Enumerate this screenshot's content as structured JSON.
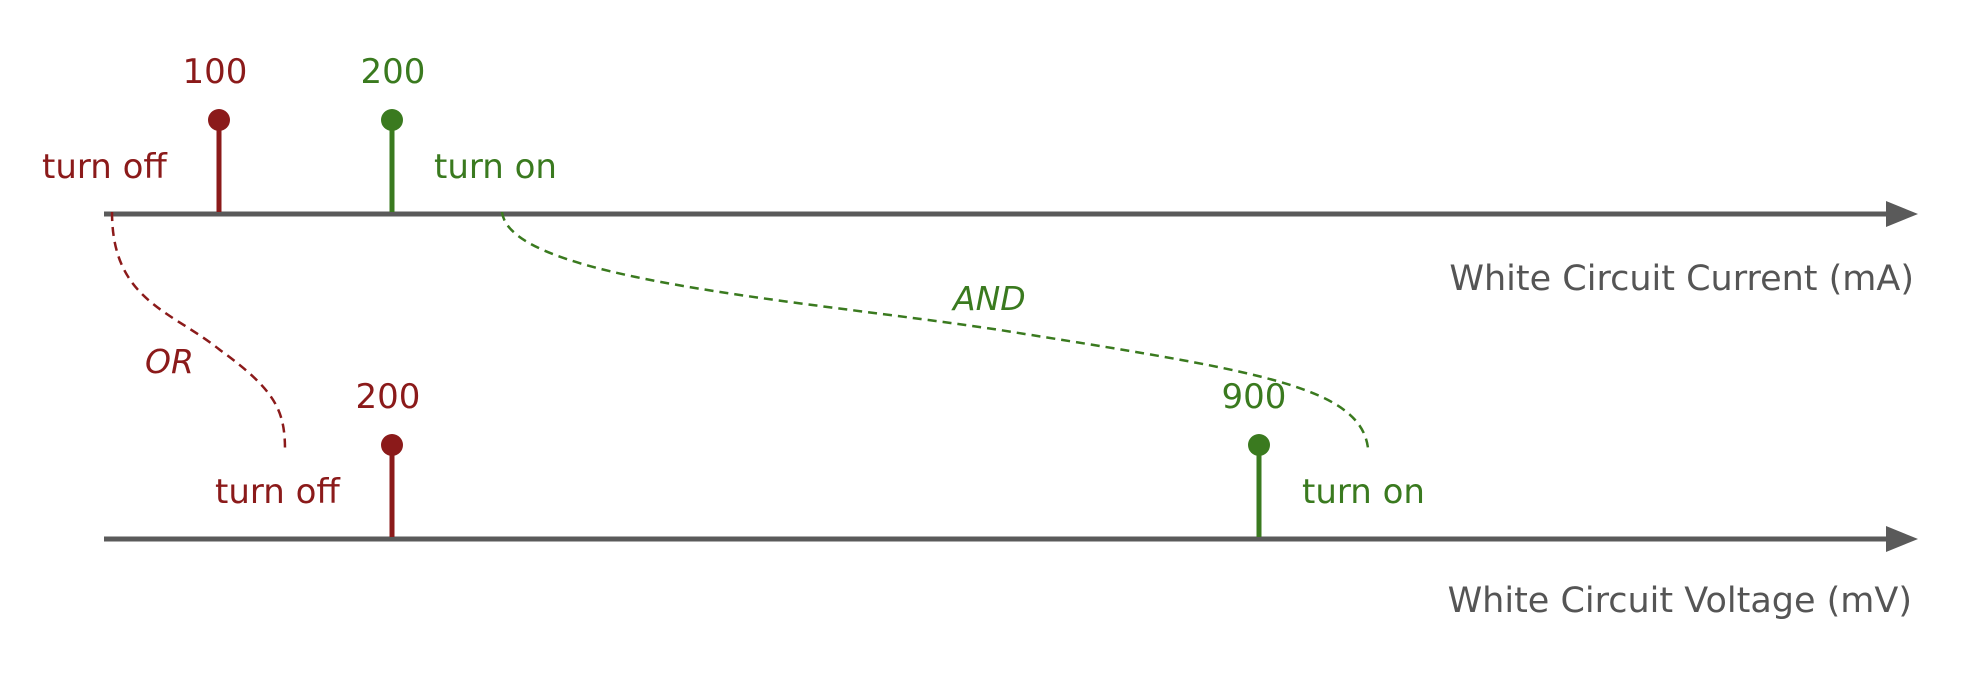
{
  "colors": {
    "off": "#8b1a1a",
    "on": "#3a7a1f",
    "axis": "#5a5a5a"
  },
  "current_axis": {
    "title": "White Circuit Current (mA)",
    "off_threshold": "100",
    "on_threshold": "200",
    "off_label": "turn off",
    "on_label": "turn on"
  },
  "voltage_axis": {
    "title": "White Circuit Voltage (mV)",
    "off_threshold": "200",
    "on_threshold": "900",
    "off_label": "turn off",
    "on_label": "turn on"
  },
  "connectors": {
    "off_logic": "OR",
    "on_logic": "AND"
  }
}
